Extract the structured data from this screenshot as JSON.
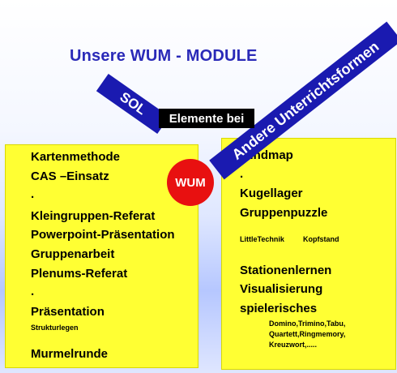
{
  "title": "Unsere WUM - MODULE",
  "band_sol": "SOL",
  "band_andere": "Andere Unterrichtsformen",
  "elemente_bei": "Elemente bei",
  "center_circle": "WUM",
  "left_panel": [
    "Kartenmethode",
    "CAS –Einsatz",
    ".",
    "Kleingruppen-Referat",
    "Powerpoint-Präsentation",
    "Gruppenarbeit",
    "Plenums-Referat",
    ".",
    "Präsentation",
    "Strukturlegen",
    "Murmelrunde"
  ],
  "right_panel": [
    "Mindmap",
    ".",
    "Kugellager",
    "Gruppenpuzzle",
    "LittleTechnik",
    "Kopfstand",
    "Stationenlernen",
    "Visualisierung",
    "spielerisches",
    "Domino,Trimino,Tabu,",
    "Quartett,Ringmemory,",
    "Kreuzwort,....."
  ],
  "colors": {
    "title": "#2a2ab8",
    "band": "#1a1ab0",
    "panel": "#ffff33",
    "circle": "#e81010"
  }
}
